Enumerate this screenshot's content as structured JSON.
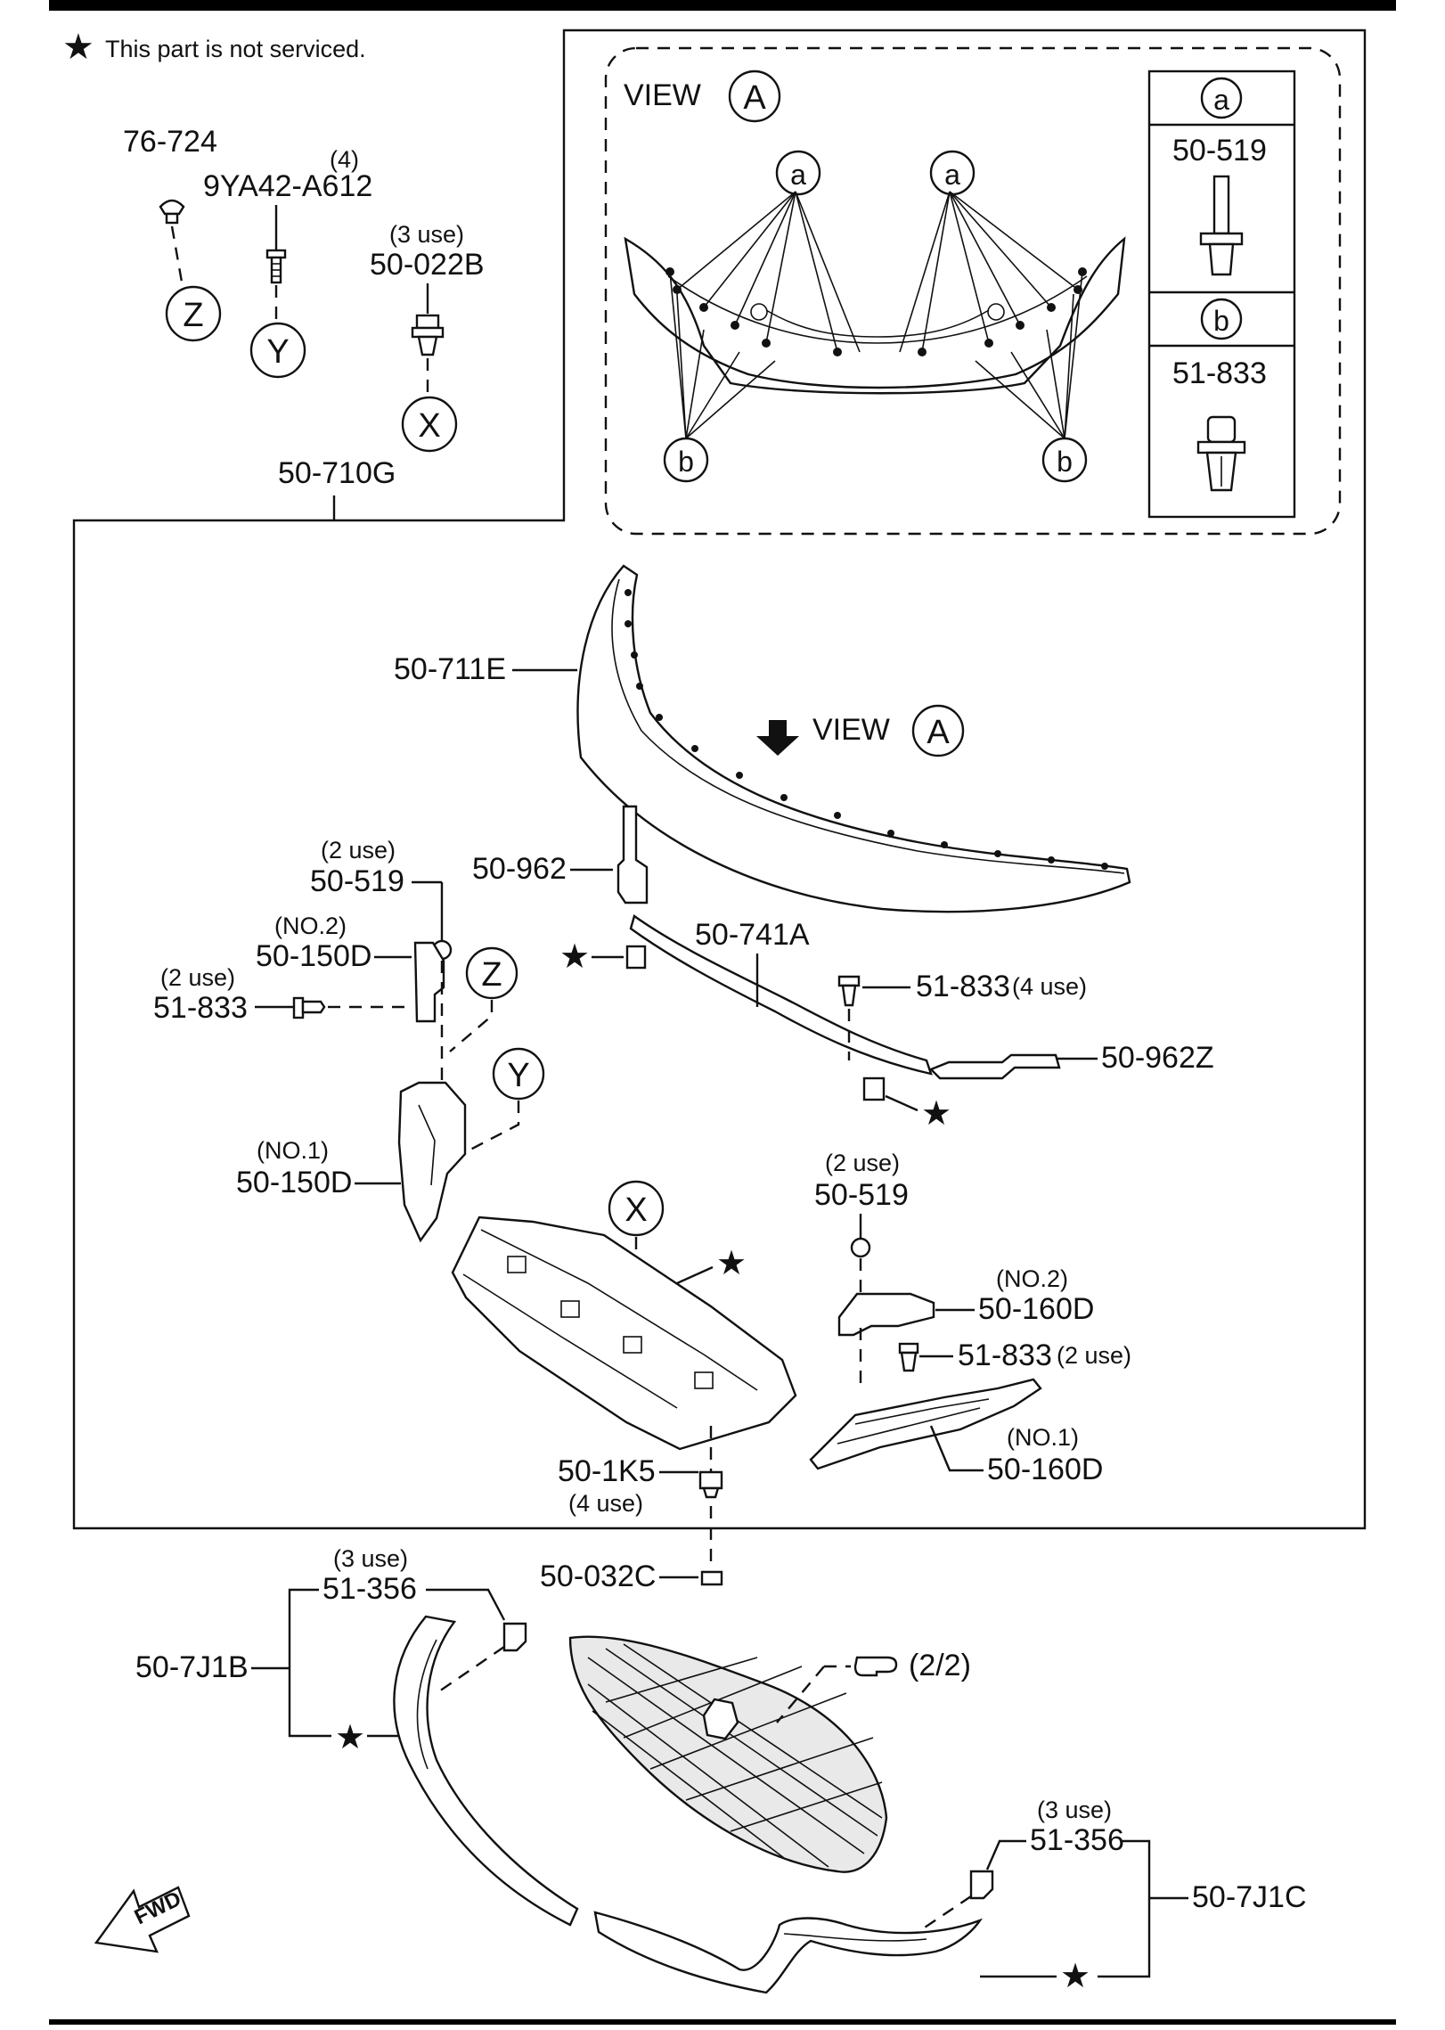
{
  "note": {
    "star": "★",
    "text": "This part is not serviced."
  },
  "fasteners": {
    "p76724": "76-724",
    "p9ya42": "9YA42-A612",
    "p9ya42_qty": "(4)",
    "p50022b_use": "(3 use)",
    "p50022b": "50-022B",
    "circle_z": "Z",
    "circle_y": "Y",
    "circle_x": "X"
  },
  "assembly_label": "50-710G",
  "view_a": {
    "title": "VIEW",
    "circle": "A",
    "callout_a": "a",
    "callout_b": "b"
  },
  "legend": {
    "a_circle": "a",
    "a_part": "50-519",
    "b_circle": "b",
    "b_part": "51-833"
  },
  "parts": {
    "p50711e": "50-711E",
    "view_arrow_text": "VIEW",
    "view_arrow_circle": "A",
    "p50962": "50-962",
    "p50741a": "50-741A",
    "p51833_4use_part": "51-833",
    "p51833_4use_qty": "(4 use)",
    "p50962z": "50-962Z",
    "left_519_use": "(2 use)",
    "left_519": "50-519",
    "left_150d_no2_note": "(NO.2)",
    "left_150d_no2": "50-150D",
    "left_833_use": "(2 use)",
    "left_833": "51-833",
    "circle_z": "Z",
    "circle_y": "Y",
    "circle_x": "X",
    "left_150d_no1_note": "(NO.1)",
    "left_150d_no1": "50-150D",
    "right_519_use": "(2 use)",
    "right_519": "50-519",
    "right_160d_no2_note": "(NO.2)",
    "right_160d_no2": "50-160D",
    "right_833_part": "51-833",
    "right_833_qty": "(2 use)",
    "right_160d_no1_note": "(NO.1)",
    "right_160d_no1": "50-160D",
    "p501k5": "50-1K5",
    "p501k5_use": "(4 use)"
  },
  "lower": {
    "p50032c": "50-032C",
    "left_356_use": "(3 use)",
    "left_356": "51-356",
    "p507j1b": "50-7J1B",
    "grille_ref": "(2/2)",
    "right_356_use": "(3 use)",
    "right_356": "51-356",
    "p507j1c": "50-7J1C",
    "fwd": "FWD"
  },
  "stars": [
    "★",
    "★",
    "★",
    "★",
    "★",
    "★"
  ]
}
